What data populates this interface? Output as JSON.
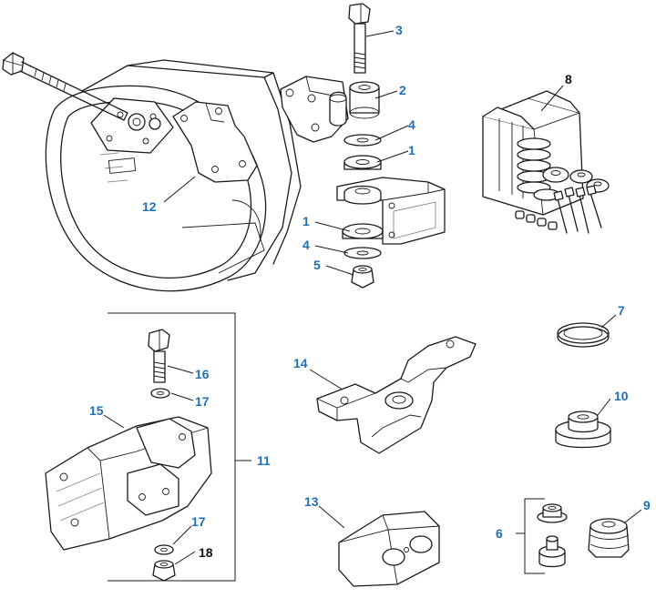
{
  "label_colors": {
    "blue": "#1f6fb5",
    "black": "#111111"
  },
  "callouts": [
    {
      "id": "c3",
      "text": "3",
      "color": "blue"
    },
    {
      "id": "c2",
      "text": "2",
      "color": "blue"
    },
    {
      "id": "c4a",
      "text": "4",
      "color": "blue"
    },
    {
      "id": "c1a",
      "text": "1",
      "color": "blue"
    },
    {
      "id": "c1b",
      "text": "1",
      "color": "blue"
    },
    {
      "id": "c4b",
      "text": "4",
      "color": "blue"
    },
    {
      "id": "c5",
      "text": "5",
      "color": "blue"
    },
    {
      "id": "c12",
      "text": "12",
      "color": "blue"
    },
    {
      "id": "c8",
      "text": "8",
      "color": "black"
    },
    {
      "id": "c7",
      "text": "7",
      "color": "blue"
    },
    {
      "id": "c10",
      "text": "10",
      "color": "blue"
    },
    {
      "id": "c14",
      "text": "14",
      "color": "blue"
    },
    {
      "id": "c16",
      "text": "16",
      "color": "blue"
    },
    {
      "id": "c17a",
      "text": "17",
      "color": "blue"
    },
    {
      "id": "c15",
      "text": "15",
      "color": "blue"
    },
    {
      "id": "c11",
      "text": "11",
      "color": "blue"
    },
    {
      "id": "c17b",
      "text": "17",
      "color": "blue"
    },
    {
      "id": "c18",
      "text": "18",
      "color": "black"
    },
    {
      "id": "c13",
      "text": "13",
      "color": "blue"
    },
    {
      "id": "c6",
      "text": "6",
      "color": "blue"
    },
    {
      "id": "c9",
      "text": "9",
      "color": "blue"
    }
  ]
}
